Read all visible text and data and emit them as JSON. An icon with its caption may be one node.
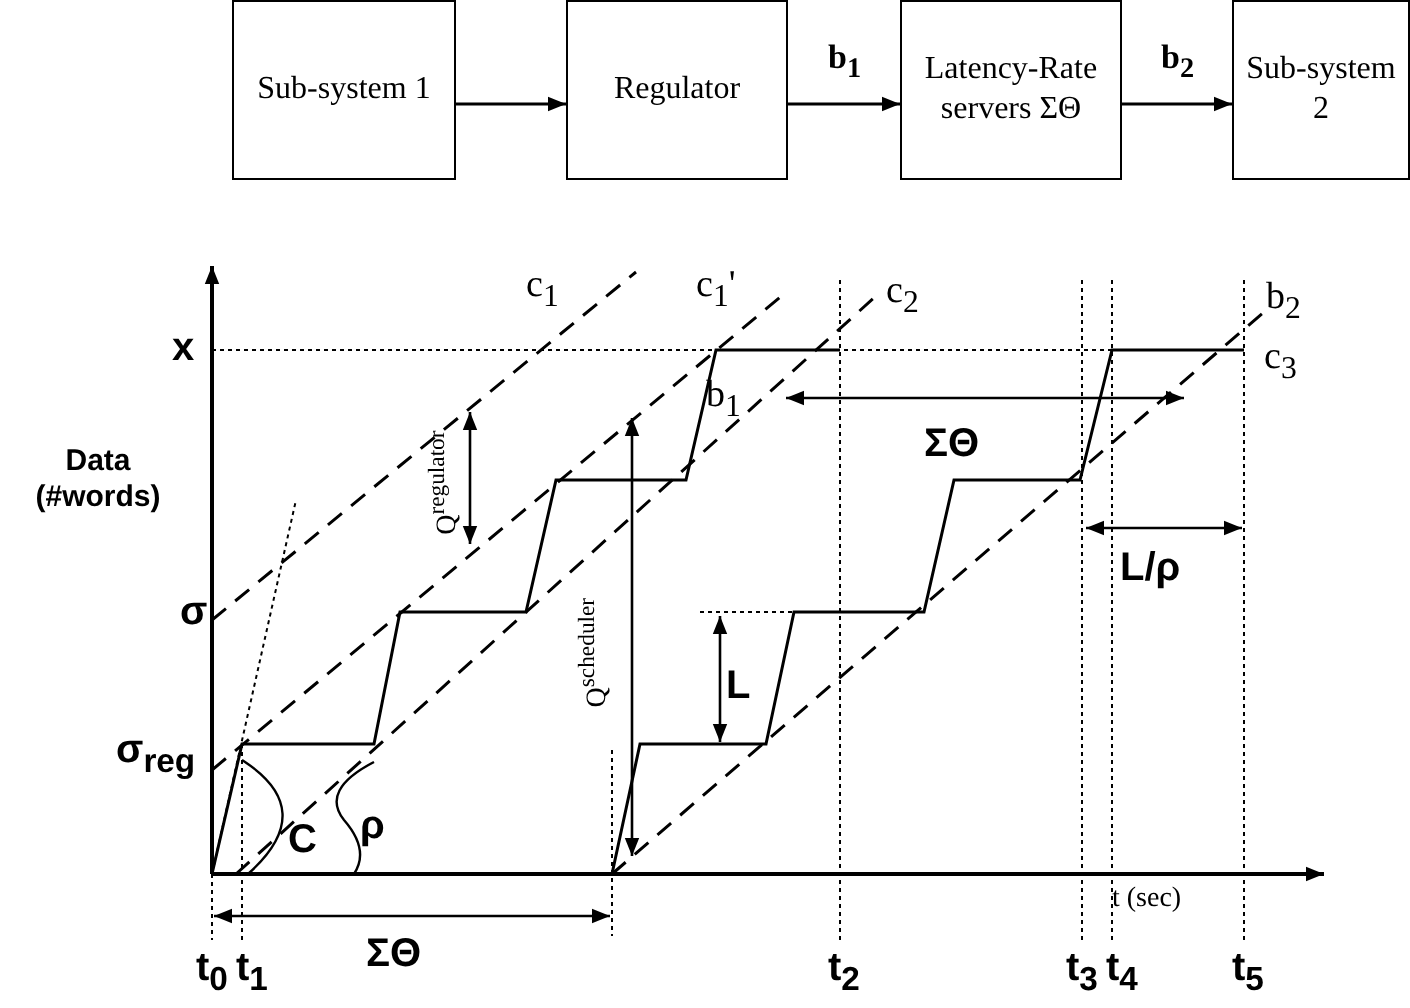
{
  "diagram": {
    "nodes": [
      {
        "text": [
          "Sub-system 1"
        ]
      },
      {
        "text": [
          "Regulator"
        ]
      },
      {
        "text": [
          "Latency-Rate servers ΣΘ"
        ]
      },
      {
        "text": [
          "Sub-system 2"
        ]
      }
    ],
    "edges": [
      {
        "from": 0,
        "to": 1,
        "arrow": "to"
      },
      {
        "from": 1,
        "to": 2,
        "arrow": "to",
        "label": "b$_{1}$"
      },
      {
        "from": 2,
        "to": 3,
        "arrow": "to",
        "label": "b$_{2}$"
      }
    ],
    "labels": [
      "c$_{1}$",
      "c$_{1}$'",
      "c$_{2}$",
      "x",
      "b$_{2}$",
      "c$_{3}$",
      "b$_{1}$",
      "Data (#words)",
      "Q$^{regulator}$",
      "ΣΘ",
      "σ",
      "L/ρ",
      "Q$^{scheduler}$",
      "L",
      "σ$_{reg}$",
      "C",
      "ρ",
      "t (sec)",
      "t$_{0}$",
      "t$_{1}$",
      "ΣΘ",
      "t$_{2}$",
      "t$_{3}$",
      "t$_{4}$",
      "t$_{5}$"
    ]
  }
}
